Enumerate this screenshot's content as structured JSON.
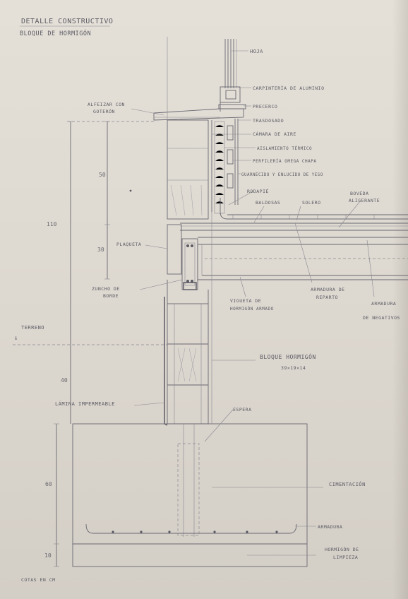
{
  "title": {
    "line1": "DETALLE CONSTRUCTIVO",
    "line2": "BLOQUE DE HORMIGÓN"
  },
  "labels": {
    "hoja": "HOJA",
    "carpinteria": "CARPINTERÍA DE ALUMINIO",
    "alfeizar": "ALFEIZAR CON",
    "goteron": "GOTERÓN",
    "precerco": "PRECERCO",
    "trasdosado": "TRASDOSADO",
    "camara": "CÁMARA DE AIRE",
    "aislamiento": "AISLAMIENTO TÉRMICO",
    "perfileria": "PERFILERÍA OMEGA CHAPA",
    "guarnecido": "GUARNECIDO Y ENLUCIDO DE YESO",
    "rodapie": "RODAPIÉ",
    "baldosas": "BALDOSAS",
    "solero": "SOLERO",
    "bovedilla1": "BOVEDA",
    "bovedilla2": "ALIGERANTE",
    "plaqueta": "PLAQUETA",
    "zuncho1": "ZUNCHO DE",
    "zuncho2": "BORDE",
    "vigueta1": "VIGUETA DE",
    "vigueta2": "HORMIGÓN ARMADO",
    "armadura_reparto1": "ARMADURA DE",
    "armadura_reparto2": "REPARTO",
    "armadura_negativos1": "ARMADURA",
    "armadura_negativos2": "DE NEGATIVOS",
    "terreno": "TERRENO",
    "bloque1": "BLOQUE HORMIGÓN",
    "bloque2": "39×19×14",
    "lamina": "LÁMINA IMPERMEABLE",
    "espera": "ESPERA",
    "cimentacion": "CIMENTACIÓN",
    "armadura": "ARMADURA",
    "limpieza1": "HORMIGÓN DE",
    "limpieza2": "LIMPIEZA",
    "cotas": "COTAS EN CM"
  },
  "dimensions": {
    "d110": "110",
    "d50": "50",
    "d30": "30",
    "d40": "40",
    "d60": "60",
    "d10": "10"
  }
}
